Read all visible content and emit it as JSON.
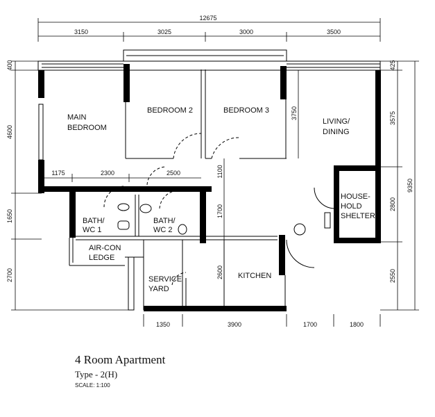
{
  "plan": {
    "rooms": {
      "main_bedroom": [
        "MAIN",
        "BEDROOM"
      ],
      "bedroom2": "BEDROOM  2",
      "bedroom3": "BEDROOM  3",
      "living": [
        "LIVING/",
        "DINING"
      ],
      "shelter": [
        "HOUSE-",
        "HOLD",
        "SHELTER"
      ],
      "bath1": [
        "BATH/",
        "WC  1"
      ],
      "bath2": [
        "BATH/",
        "WC  2"
      ],
      "aircon": [
        "AIR-CON",
        "LEDGE"
      ],
      "service": [
        "SERVICE",
        "YARD"
      ],
      "kitchen": "KITCHEN"
    },
    "dims": {
      "overall_width": "12675",
      "top": [
        "3150",
        "3025",
        "3000",
        "3500"
      ],
      "left": [
        "400",
        "4600",
        "1650",
        "2700"
      ],
      "right_inner": [
        "425",
        "3575",
        "2800",
        "2550"
      ],
      "right_overall": "9350",
      "bottom": [
        "1350",
        "3900",
        "1700",
        "1800"
      ],
      "inner_row": [
        "1175",
        "2300",
        "2500"
      ],
      "inner_vertical": [
        "3750",
        "1100",
        "1700",
        "2600"
      ]
    }
  },
  "caption": {
    "title": "4 Room Apartment",
    "type": "Type - 2(H)",
    "scale": "SCALE:  1:100"
  }
}
